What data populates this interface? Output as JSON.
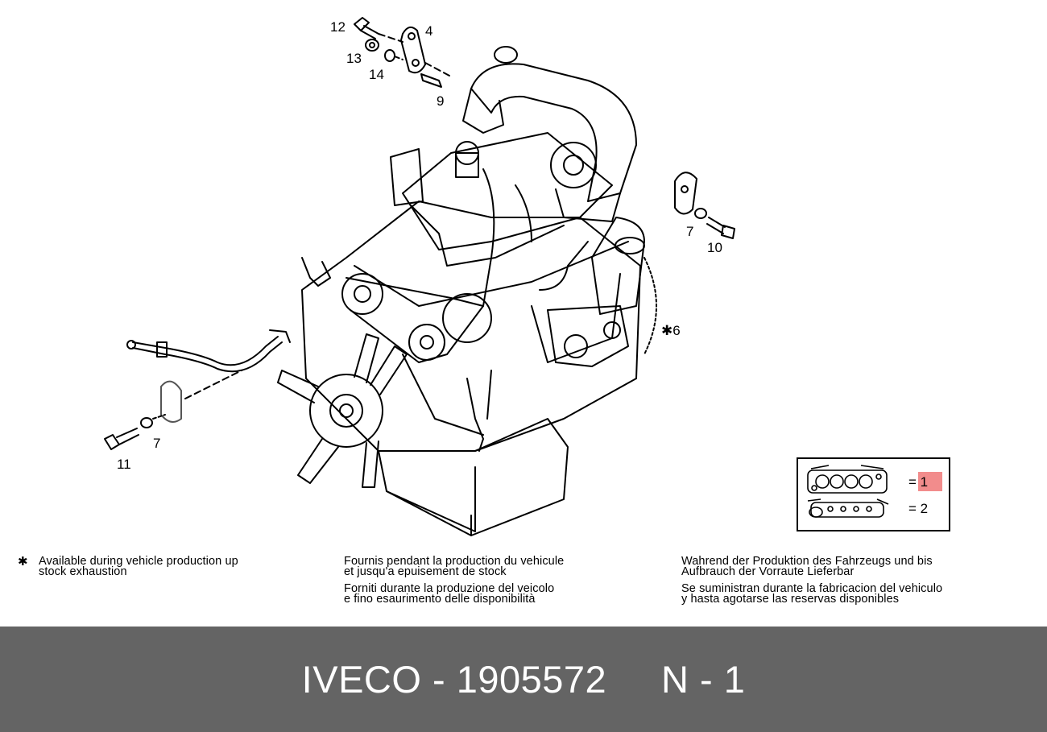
{
  "callouts": {
    "c12": "12",
    "c4": "4",
    "c13": "13",
    "c14": "14",
    "c9": "9",
    "c7a": "7",
    "c10": "10",
    "c6": "6",
    "c7b": "7",
    "c11": "11"
  },
  "notes": {
    "en": [
      "Available during vehicle production up",
      "stock exhaustion"
    ],
    "fr": [
      "Fournis pendant la production du vehicule",
      "et jusqu'a epuisement de stock"
    ],
    "it": [
      "Forniti durante la produzione del veicolo",
      "e fino esaurimento delle disponibilità"
    ],
    "de": [
      "Wahrend der Produktion des Fahrzeugs und bis",
      "Aufbrauch der Vorraute Lieferbar"
    ],
    "es": [
      "Se suministran durante la fabricacion del vehiculo",
      "y hasta agotarse las reservas disponibles"
    ]
  },
  "legend": {
    "eq1": "= 1",
    "eq2": "= 2"
  },
  "footer": {
    "brand": "IVECO",
    "separator": " - ",
    "part_number": "1905572",
    "gap": "     ",
    "position": "N - 1"
  },
  "colors": {
    "footer_bg": "#646464",
    "footer_text": "#ffffff",
    "highlight": "#f28c8c",
    "line": "#000000"
  },
  "icons": {
    "asterisk": "asterisk-icon"
  }
}
